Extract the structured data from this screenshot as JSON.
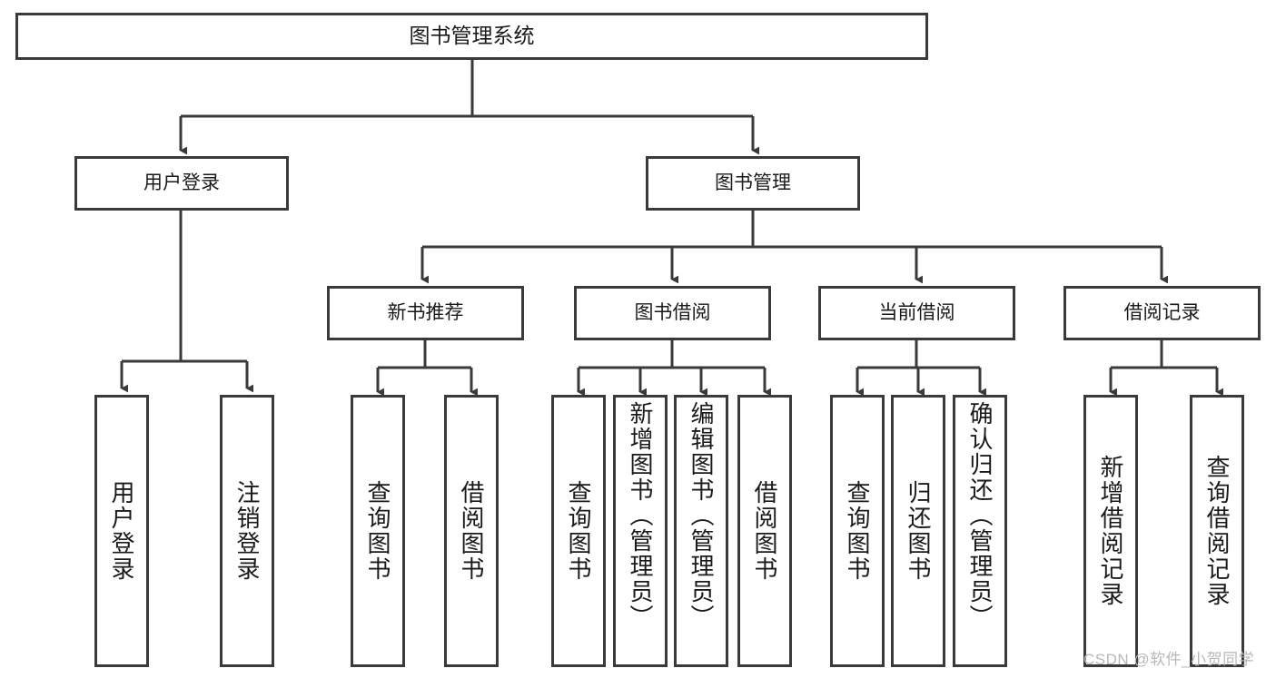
{
  "diagram": {
    "type": "tree-hierarchy-chart",
    "title_node": {
      "id": "root",
      "label": "图书管理系统"
    },
    "level2": [
      {
        "id": "user-login",
        "label": "用户登录"
      },
      {
        "id": "book-management",
        "label": "图书管理"
      }
    ],
    "level3": [
      {
        "id": "new-book-recommend",
        "label": "新书推荐",
        "parent": "book-management"
      },
      {
        "id": "book-borrow",
        "label": "图书借阅",
        "parent": "book-management"
      },
      {
        "id": "current-borrow",
        "label": "当前借阅",
        "parent": "book-management"
      },
      {
        "id": "borrow-record",
        "label": "借阅记录",
        "parent": "book-management"
      }
    ],
    "leaves": {
      "user-login": [
        {
          "id": "leaf-user-login",
          "label": "用户登录"
        },
        {
          "id": "leaf-user-logout",
          "label": "注销登录"
        }
      ],
      "new-book-recommend": [
        {
          "id": "leaf-query-book-1",
          "label": "查询图书"
        },
        {
          "id": "leaf-borrow-book-1",
          "label": "借阅图书"
        }
      ],
      "book-borrow": [
        {
          "id": "leaf-query-book-2",
          "label": "查询图书"
        },
        {
          "id": "leaf-add-book",
          "label": "新增图书（管理员）"
        },
        {
          "id": "leaf-edit-book",
          "label": "编辑图书（管理员）"
        },
        {
          "id": "leaf-borrow-book-2",
          "label": "借阅图书"
        }
      ],
      "current-borrow": [
        {
          "id": "leaf-query-book-3",
          "label": "查询图书"
        },
        {
          "id": "leaf-return-book",
          "label": "归还图书"
        },
        {
          "id": "leaf-confirm-return",
          "label": "确认归还（管理员）"
        }
      ],
      "borrow-record": [
        {
          "id": "leaf-add-record",
          "label": "新增借阅记录"
        },
        {
          "id": "leaf-query-record",
          "label": "查询借阅记录"
        }
      ]
    },
    "colors": {
      "border": "#3a3a3a",
      "background": "#ffffff",
      "text": "#1a1a1a",
      "connector": "#3a3a3a",
      "watermark": "#b8b8b8"
    }
  },
  "watermark": {
    "text": "CSDN @软件_小贺同学"
  }
}
